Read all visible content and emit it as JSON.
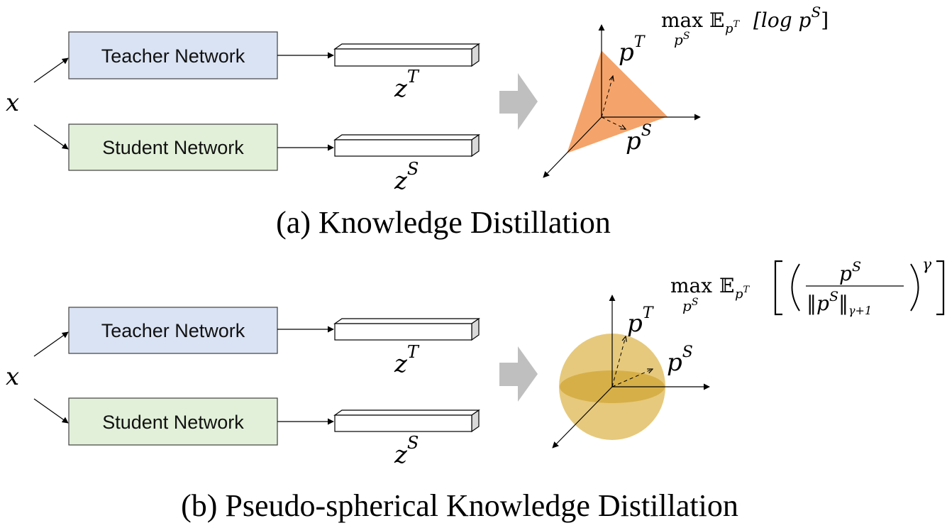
{
  "panel_a": {
    "input_label": "x",
    "teacher_label": "Teacher Network",
    "student_label": "Student Network",
    "teacher_logit": {
      "base": "z",
      "sup": "T"
    },
    "student_logit": {
      "base": "z",
      "sup": "S"
    },
    "teacher_point": {
      "base": "p",
      "sup": "T"
    },
    "student_point": {
      "base": "p",
      "sup": "S"
    },
    "objective": {
      "max": "max",
      "max_sub": "p",
      "max_sub_sup": "S",
      "expect": "𝔼",
      "expect_sub": "p",
      "expect_sub_sup": "T",
      "body": "[log p",
      "body_sup": "S",
      "close": "]"
    },
    "caption": "(a) Knowledge Distillation"
  },
  "panel_b": {
    "input_label": "x",
    "teacher_label": "Teacher Network",
    "student_label": "Student Network",
    "teacher_logit": {
      "base": "z",
      "sup": "T"
    },
    "student_logit": {
      "base": "z",
      "sup": "S"
    },
    "teacher_point": {
      "base": "p",
      "sup": "T"
    },
    "student_point": {
      "base": "p",
      "sup": "S"
    },
    "objective": {
      "max": "max",
      "max_sub": "p",
      "max_sub_sup": "S",
      "expect": "𝔼",
      "expect_sub": "p",
      "expect_sub_sup": "T",
      "numerator": "p",
      "numerator_sup": "S",
      "denominator": "‖p",
      "denominator_sup": "S",
      "denominator_close": "‖",
      "denominator_sub": "γ+1",
      "exponent": "γ"
    },
    "caption": "(b) Pseudo-spherical Knowledge Distillation"
  },
  "colors": {
    "teacher_fill": "#dae3f3",
    "student_fill": "#e2f0d9",
    "box_stroke": "#404040",
    "simplex_fill": "#f4a46a",
    "sphere_fill": "#e6c97c",
    "ellipse_fill": "#d6af48",
    "big_arrow": "#bfbfbf"
  }
}
